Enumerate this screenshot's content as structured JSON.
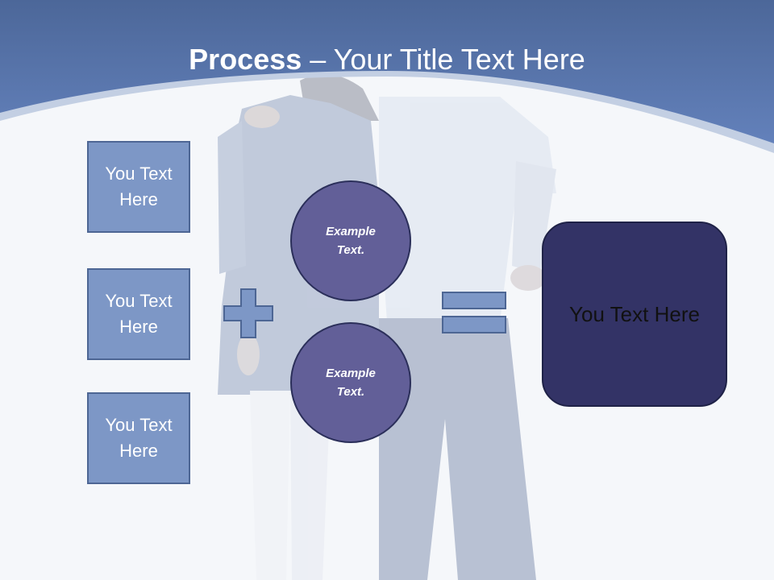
{
  "title": {
    "bold": "Process",
    "rest": " – Your Title Text Here"
  },
  "left_boxes": [
    {
      "text": "You Text Here"
    },
    {
      "text": "You Text Here"
    },
    {
      "text": "You Text Here"
    }
  ],
  "circles": [
    {
      "text": "Example Text."
    },
    {
      "text": "Example Text."
    }
  ],
  "operators": {
    "plus": "plus-icon",
    "equals": "equals-icon"
  },
  "result": {
    "text": "You Text Here"
  },
  "colors": {
    "header": "#5a78ad",
    "box_fill": "#7d97c6",
    "circle_fill": "#625f98",
    "result_fill": "#333366"
  }
}
